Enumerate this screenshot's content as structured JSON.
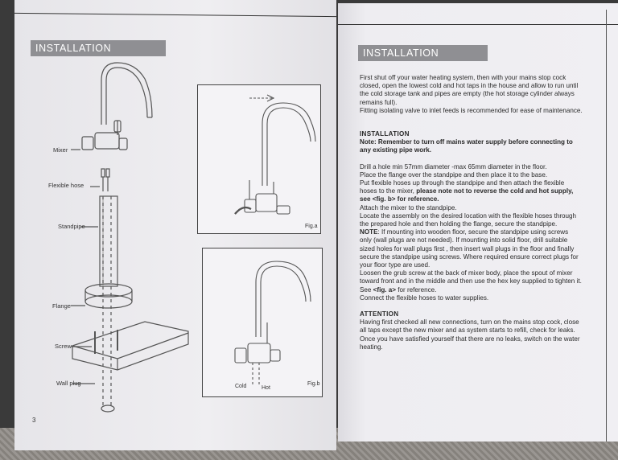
{
  "left_page": {
    "banner": "INSTALLATION",
    "page_number": "3",
    "labels": {
      "mixer": "Mixer",
      "flexible_hose": "Flexible hose",
      "standpipe": "Standpipe",
      "flange": "Flange",
      "screw": "Screw",
      "wall_plug": "Wall plug"
    },
    "fig_a": {
      "label": "Fig.a"
    },
    "fig_b": {
      "label": "Fig.b",
      "cold": "Cold",
      "hot": "Hot"
    }
  },
  "right_page": {
    "banner": "INSTALLATION",
    "intro_lines": [
      "First shut off your water heating system, then with your mains stop cock",
      "closed, open the lowest cold and hot taps in the house and allow to run until",
      "the cold storage tank and pipes are empty (the hot storage cylinder always",
      "remains full).",
      "Fitting isolating valve to inlet feeds is recommended for ease of maintenance."
    ],
    "installation": {
      "heading": "INSTALLATION",
      "note_lines": [
        "Note: Remember to turn off mains water supply before connecting to",
        "any existing pipe work."
      ],
      "step_line1": "Drill a hole min 57mm diameter -max 65mm diameter in the floor.",
      "step_line2": "Place the flange over the standpipe and then place it to the base.",
      "step_line3": "Put flexible hoses up through the standpipe and then attach the flexible",
      "step_line4_a": "hoses to the mixer, ",
      "step_line4_b": "please note not to reverse the cold and hot supply,",
      "step_line5": "see <fig. b> for reference.",
      "step_line6": "Attach the mixer to the standpipe.",
      "step_line7": "Locate the assembly on the desired location with the flexible hoses through",
      "step_line8": "the prepared hole and then holding the flange, secure the standpipe.",
      "step_line9_a": "NOTE",
      "step_line9_b": ": If mounting into wooden floor, secure the standpipe using screws",
      "step_line10": "only (wall plugs are not needed). If mounting into solid floor, drill suitable",
      "step_line11": "sized holes for wall plugs first , then insert wall plugs in the floor and finally",
      "step_line12": "secure the standpipe using screws. Where required ensure correct plugs for",
      "step_line13": "your floor type are used.",
      "step_line14": "Loosen the grub screw at the back of mixer body, place the spout of mixer",
      "step_line15": "toward front and in the middle and then use the hex key supplied to tighten it.",
      "step_line16_a": "See ",
      "step_line16_b": "<fig. a>",
      "step_line16_c": " for reference.",
      "step_line17": "Connect the flexible hoses to water supplies."
    },
    "attention": {
      "heading": "ATTENTION",
      "lines": [
        "Having first checked all new connections, turn on the mains stop cock, close",
        "all taps except the new mixer and as system starts to refill, check for leaks.",
        "Once you have satisfied yourself that there are no leaks, switch on the water",
        "heating."
      ]
    }
  }
}
